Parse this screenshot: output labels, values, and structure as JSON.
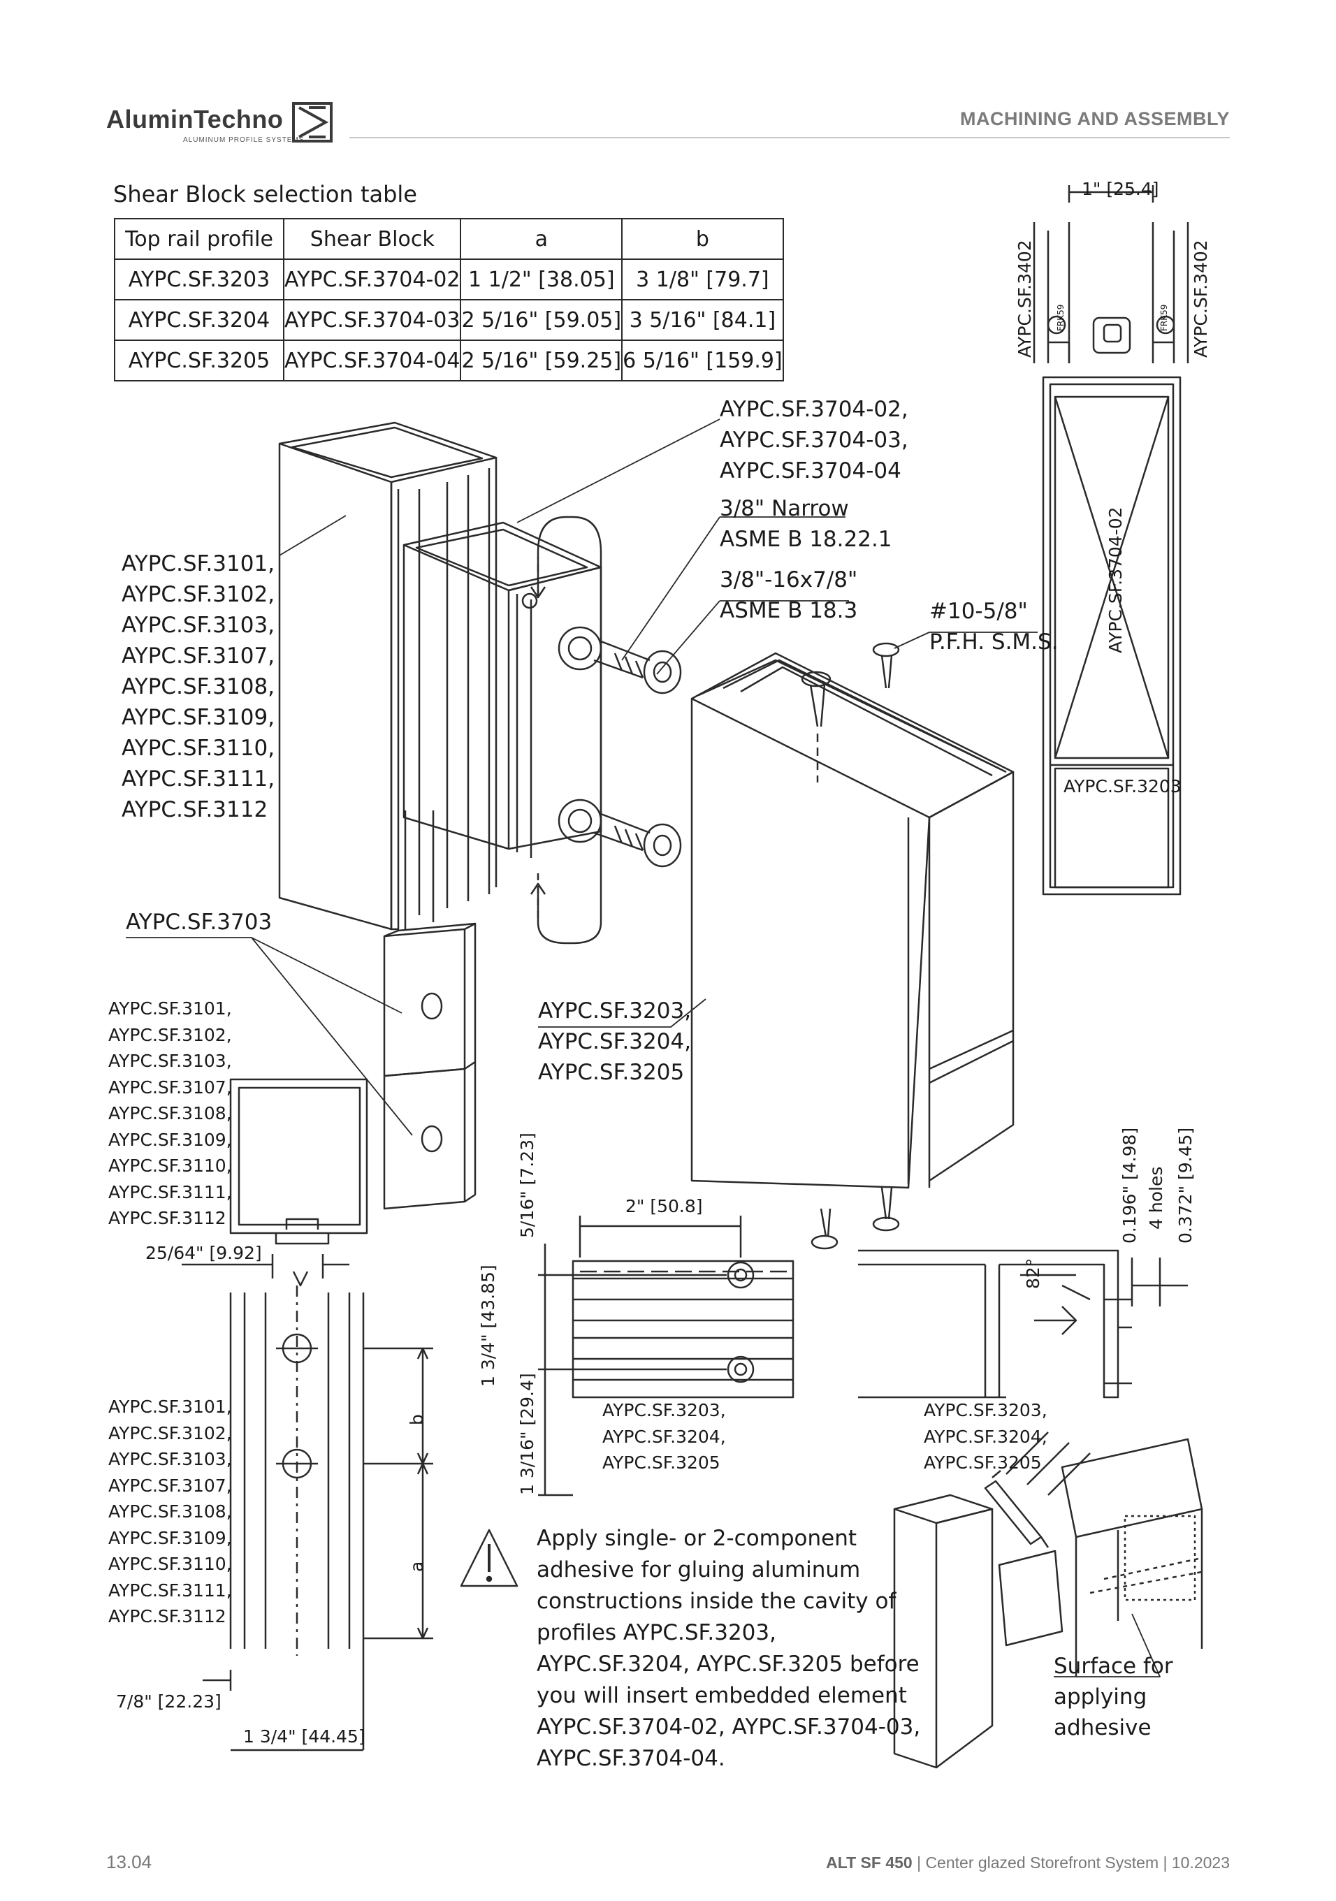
{
  "header": {
    "brand": "AluminTechno",
    "tagline": "ALUMINUM PROFILE SYSTEMS",
    "section": "MACHINING AND ASSEMBLY"
  },
  "table": {
    "title": "Shear Block selection table",
    "headers": [
      "Top rail profile",
      "Shear Block",
      "a",
      "b"
    ],
    "rows": [
      [
        "AYPC.SF.3203",
        "AYPC.SF.3704-02",
        "1 1/2\" [38.05]",
        "3 1/8\" [79.7]"
      ],
      [
        "AYPC.SF.3204",
        "AYPC.SF.3704-03",
        "2 5/16\" [59.05]",
        "3 5/16\" [84.1]"
      ],
      [
        "AYPC.SF.3205",
        "AYPC.SF.3704-04",
        "2 5/16\" [59.25]",
        "6 5/16\" [159.9]"
      ]
    ]
  },
  "labels": {
    "shear_blocks": [
      "AYPC.SF.3704-02,",
      "AYPC.SF.3704-03,",
      "AYPC.SF.3704-04"
    ],
    "narrow": [
      "3/8\" Narrow",
      "ASME B 18.22.1"
    ],
    "bolt": [
      "3/8\"-16x7/8\"",
      "ASME B 18.3"
    ],
    "screw": [
      "#10-5/8\"",
      "P.F.H. S.M.S."
    ],
    "mullions_iso": [
      "AYPC.SF.3101,",
      "AYPC.SF.3102,",
      "AYPC.SF.3103,",
      "AYPC.SF.3107,",
      "AYPC.SF.3108,",
      "AYPC.SF.3109,",
      "AYPC.SF.3110,",
      "AYPC.SF.3111,",
      "AYPC.SF.3112"
    ],
    "block_3703": "AYPC.SF.3703",
    "mullions_sec": [
      "AYPC.SF.3101,",
      "AYPC.SF.3102,",
      "AYPC.SF.3103,",
      "AYPC.SF.3107,",
      "AYPC.SF.3108,",
      "AYPC.SF.3109,",
      "AYPC.SF.3110,",
      "AYPC.SF.3111,",
      "AYPC.SF.3112"
    ],
    "mullions_elev": [
      "AYPC.SF.3101,",
      "AYPC.SF.3102,",
      "AYPC.SF.3103,",
      "AYPC.SF.3107,",
      "AYPC.SF.3108,",
      "AYPC.SF.3109,",
      "AYPC.SF.3110,",
      "AYPC.SF.3111,",
      "AYPC.SF.3112"
    ],
    "rails_iso": [
      "AYPC.SF.3203,",
      "AYPC.SF.3204,",
      "AYPC.SF.3205"
    ],
    "rails_plan": [
      "AYPC.SF.3203,",
      "AYPC.SF.3204,",
      "AYPC.SF.3205"
    ],
    "rails_sec": [
      "AYPC.SF.3203,",
      "AYPC.SF.3204,",
      "AYPC.SF.3205"
    ],
    "dim_top": "1\" [25.4]",
    "glazing_bead": "AYPC.SF.3402",
    "gasket": "FRK59",
    "section_block": "AYPC.SF.3704-02",
    "section_rail": "AYPC.SF.3203",
    "dim_2in": "2\" [50.8]",
    "dim_516": "5/16\" [7.23]",
    "dim_134_43": "1 3/4\" [43.85]",
    "dim_1316": "1 3/16\" [29.4]",
    "dim_2564": "25/64\" [9.92]",
    "dim_78": "7/8\" [22.23]",
    "dim_134_44": "1 3/4\" [44.45]",
    "dim_a": "a",
    "dim_b": "b",
    "angle": "82°",
    "holes_dia": "0.196\" [4.98]",
    "holes_count": "4 holes",
    "holes_dia2": "0.372\" [9.45]",
    "surface": [
      "Surface for",
      "applying",
      "adhesive"
    ]
  },
  "warning": "Apply single- or 2-component adhesive for gluing aluminum constructions inside the cavity of profiles  AYPC.SF.3203, AYPC.SF.3204, AYPC.SF.3205 before you will insert embedded element AYPC.SF.3704-02, AYPC.SF.3704-03, AYPC.SF.3704-04.",
  "footer": {
    "page": "13.04",
    "product": "ALT SF 450",
    "description": " | Center glazed Storefront System | 10.2023"
  }
}
